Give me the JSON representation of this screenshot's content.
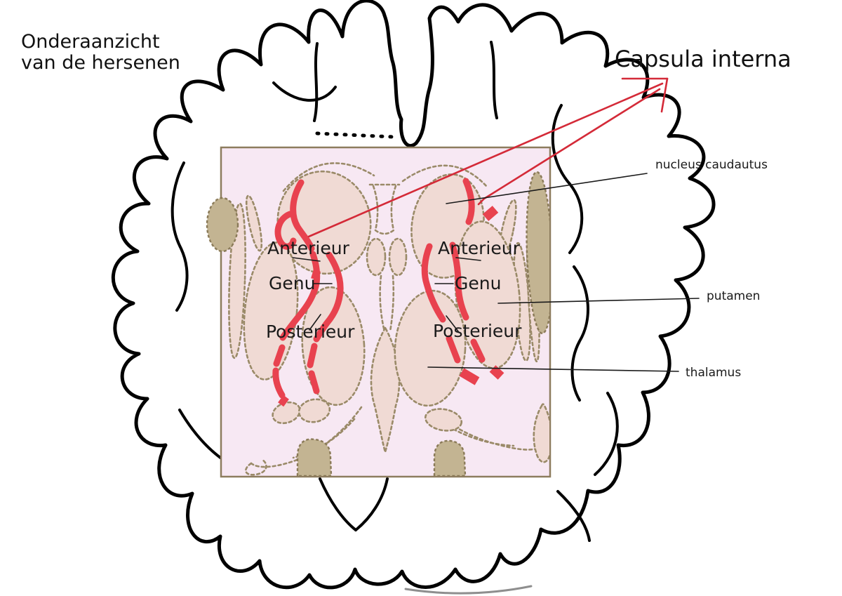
{
  "figure_title": {
    "line1": "Onderaanzicht",
    "line2": "van de hersenen"
  },
  "main_label": "Capsula interna",
  "annotations": {
    "nucleus_caudatus": "nucleus caudautus",
    "putamen": "putamen",
    "thalamus": "thalamus"
  },
  "capsule_left": {
    "anterieur": "Anterieur",
    "genu": "Genu",
    "posterieur": "Posterieur"
  },
  "capsule_right": {
    "anterieur": "Anterieur",
    "genu": "Genu",
    "posterieur": "Posterieur"
  },
  "colors": {
    "background": "#ffffff",
    "overlay_box_fill": "#f7e8f3",
    "overlay_box_border": "#8d7c5e",
    "structure_fill": "#f0dad4",
    "structure_outline": "#9a8a68",
    "solid_structure_fill": "#c3b492",
    "capsule_red": "#e8424f",
    "arrow_red": "#d42a38",
    "brain_outline": "#000000",
    "leader_line": "#1a1a1a",
    "text": "#111111"
  }
}
